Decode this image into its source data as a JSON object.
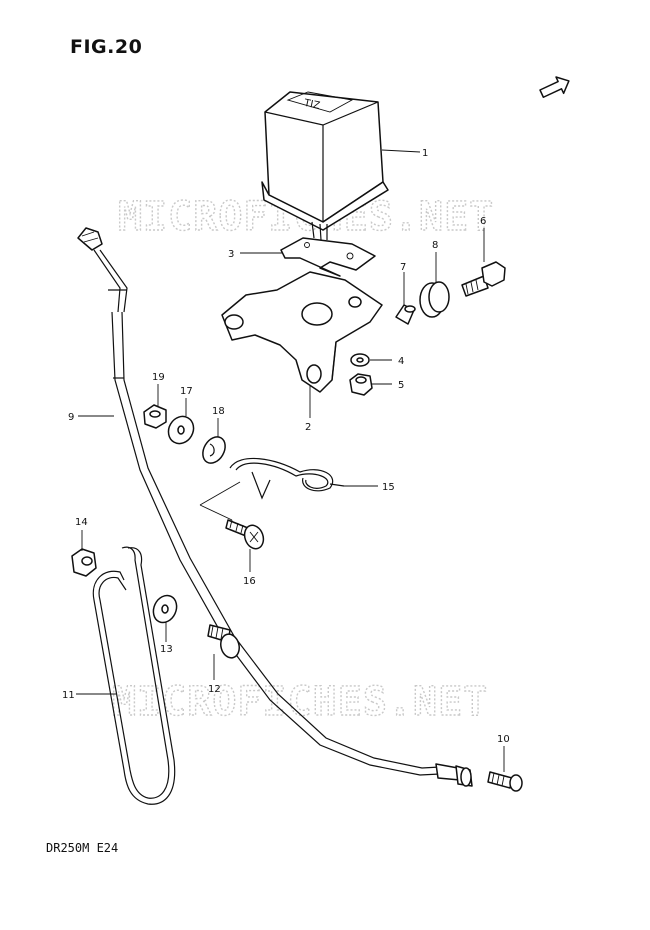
{
  "title": "FIG.20",
  "model_code": "DR250M E24",
  "direction_badge": "FWD",
  "watermark": "MICROFICHES.NET",
  "callouts": [
    "1",
    "2",
    "3",
    "4",
    "5",
    "6",
    "7",
    "8",
    "9",
    "10",
    "11",
    "12",
    "13",
    "14",
    "15",
    "16",
    "17",
    "18",
    "19"
  ]
}
